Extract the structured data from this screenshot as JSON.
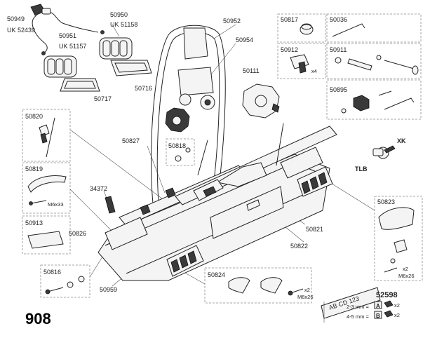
{
  "parts": {
    "p50949": "50949",
    "uk52439": "UK 52439",
    "p50950": "50950",
    "uk51158": "UK 51158",
    "p50951": "50951",
    "uk51157": "UK 51157",
    "p50952": "50952",
    "p50954": "50954",
    "p50717": "50717",
    "p50716": "50716",
    "p50817": "50817",
    "p50036": "50036",
    "p50912": "50912",
    "x4": "x4",
    "p50911": "50911",
    "p50111": "50111",
    "p50895": "50895",
    "p50820": "50820",
    "p50827": "50827",
    "p50818": "50818",
    "xk": "XK",
    "tlb": "TLB",
    "p50819": "50819",
    "m6x33": "M6x33",
    "p34372": "34372",
    "p50823": "50823",
    "p50913": "50913",
    "p50826": "50826",
    "p50821": "50821",
    "p50822": "50822",
    "p50816": "50816",
    "p50959": "50959",
    "p50824": "50824",
    "x2a": "x2",
    "m6x26a": "M6x26",
    "x2b": "x2",
    "m6x26b": "M6x26",
    "p52598": "52598",
    "plate_text": "AB CD 123",
    "mm23": "2-3 mm =",
    "mm45": "4-5 mm =",
    "letter_a": "A",
    "letter_b": "B",
    "x2c": "x2",
    "x2d": "x2",
    "model": "908"
  }
}
